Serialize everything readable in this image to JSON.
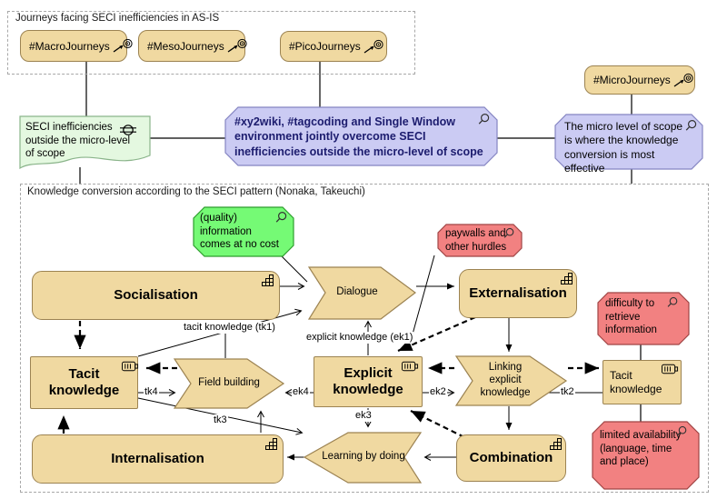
{
  "journey_group": {
    "title": "Journeys facing SECI inefficiencies in AS-IS"
  },
  "journeys": {
    "macro": "#MacroJourneys",
    "meso": "#MesoJourneys",
    "pico": "#PicoJourneys",
    "micro": "#MicroJourneys"
  },
  "deliverable": {
    "text": "SECI inefficiencies outside the micro-level of scope"
  },
  "assessments": {
    "center": "#xy2wiki, #tagcoding and Single Window environment jointly overcome SECI inefficiencies outside the micro-level of scope",
    "right": "The micro level of scope is where the knowledge conversion is most effective",
    "quality": "(quality) information comes at no cost",
    "paywalls": "paywalls and other hurdles",
    "difficulty": "difficulty to retrieve information",
    "limited": "limited availability (language, time and place)"
  },
  "seci_group": {
    "title": "Knowledge conversion according to the SECI pattern (Nonaka, Takeuchi)"
  },
  "processes": {
    "socialisation": "Socialisation",
    "externalisation": "Externalisation",
    "internalisation": "Internalisation",
    "combination": "Combination"
  },
  "flows": {
    "dialogue": "Dialogue",
    "field_building": "Field building",
    "linking": "Linking explicit knowledge",
    "learning": "Learning by doing"
  },
  "objects": {
    "tacit_left": "Tacit knowledge",
    "explicit": "Explicit knowledge",
    "tacit_right": "Tacit knowledge"
  },
  "edge_labels": {
    "tk1": "tacit knowledge (tk1)",
    "ek1": "explicit knowledge (ek1)",
    "tk2": "tk2",
    "ek2": "ek2",
    "tk3": "tk3",
    "ek3": "ek3",
    "tk4": "tk4",
    "ek4": "ek4"
  },
  "colors": {
    "element_fill": "#f0d9a1",
    "element_border": "#9c8352",
    "assessment_fill": "#cbcbf3",
    "assessment_border": "#8585c2",
    "positive_fill": "#75fa75",
    "positive_border": "#2e9e2e",
    "negative_fill": "#f28181",
    "negative_border": "#a04545",
    "deliverable_fill": "#e4f8e0",
    "deliverable_border": "#8ab48a",
    "center_text": "#1c1c6e"
  }
}
